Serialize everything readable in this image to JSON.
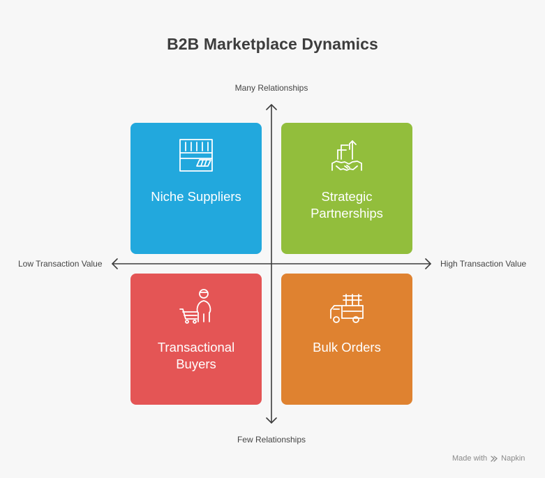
{
  "title": "B2B Marketplace Dynamics",
  "axes": {
    "top": "Many Relationships",
    "bottom": "Few Relationships",
    "left": "Low Transaction Value",
    "right": "High Transaction Value"
  },
  "quadrants": [
    {
      "label": "Niche Suppliers",
      "icon": "warehouse-shelf-icon",
      "color": "#22a8dd"
    },
    {
      "label": "Strategic Partnerships",
      "icon": "handshake-flags-icon",
      "color": "#92be3c"
    },
    {
      "label": "Transactional Buyers",
      "icon": "shopper-cart-icon",
      "color": "#e45555"
    },
    {
      "label": "Bulk Orders",
      "icon": "delivery-truck-icon",
      "color": "#df8230"
    }
  ],
  "footer": {
    "made_with": "Made with",
    "brand": "Napkin"
  }
}
